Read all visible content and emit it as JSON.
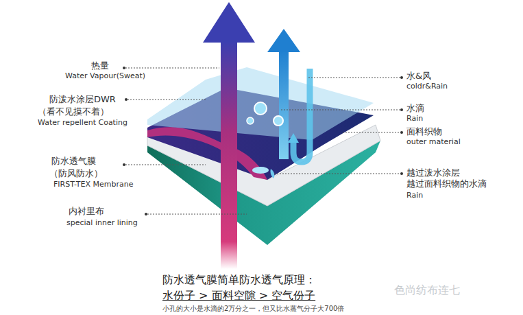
{
  "diagram": {
    "title": "防水透气膜简单防水透气原理：",
    "caption": "小孔的大小是水滴的2万分之一，但又比水蒸气分子大700倍",
    "labels": [
      "热量",
      "Water Vapour(Sweat)",
      "防泼水涂层DWR",
      "（看不见摸不着）",
      "Water repellent Coating",
      "防水透气膜",
      "（防风防水）",
      "FIRST-TEX Membrane",
      "内衬里布",
      "special inner lining",
      "水&风",
      "coldr&Rain",
      "水滴",
      "Rain",
      "面料织物",
      "outer material",
      "越过泼水涂层 越过面料织物的水滴",
      "Rain",
      "水份子 > 面料空隙 > 空气份子",
      "色尚纺布连七"
    ]
  }
}
